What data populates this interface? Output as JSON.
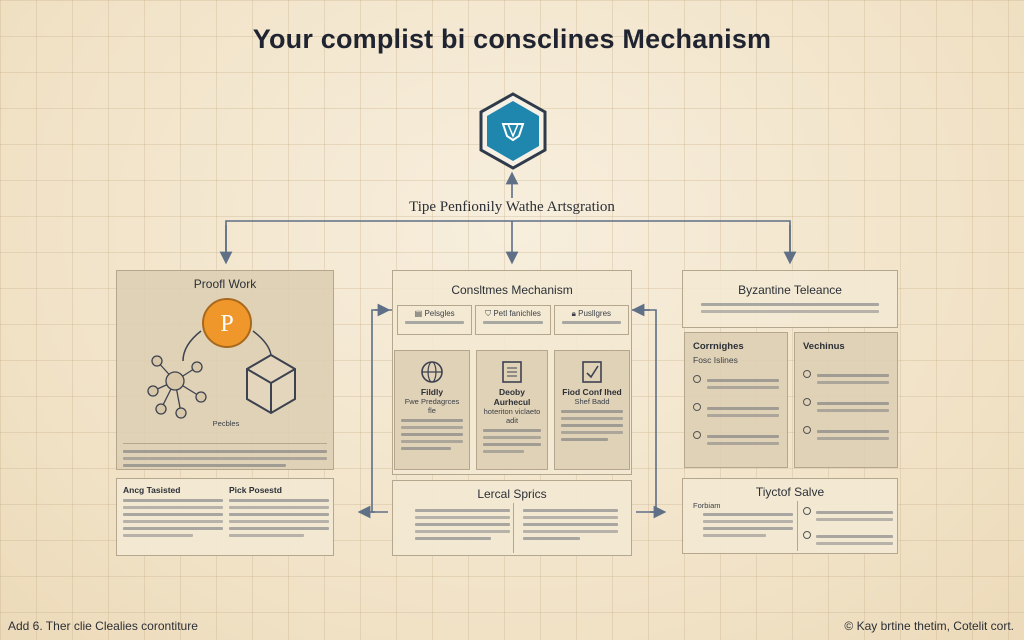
{
  "title": "Your complist bi consclines Mechanism",
  "center_label": "Tipe Penfionily Wathe Artsgration",
  "left_panel": {
    "title": "Proofl Work",
    "coin_letter": "P",
    "sub_label": "Pecbles"
  },
  "left_notes": {
    "col1_head": "Ancg Tasisted",
    "col2_head": "Pick Posestd"
  },
  "center_panel": {
    "title": "Consltmes Mechanism",
    "tabs": [
      {
        "label": "Pelsgles"
      },
      {
        "label": "Petl fanichles"
      },
      {
        "label": "Pusllgres"
      }
    ],
    "cards": [
      {
        "title": "Fildly",
        "sub": "Fwe Predagrces fle"
      },
      {
        "title": "Deoby Aurhecul",
        "sub": "hoteriton viclaeto adit"
      },
      {
        "title": "Fiod Conf Ihed",
        "sub": "Shef Badd"
      }
    ]
  },
  "lower_center": {
    "title": "Lercal Sprics"
  },
  "right_panel": {
    "title": "Byzantine Teleance"
  },
  "right_cols": {
    "col1": "Corrnighes",
    "col1_sub": "Fosc Islines",
    "col2": "Vechinus"
  },
  "right_lower": {
    "title": "Tiyctof Salve",
    "head": "Forbiam"
  },
  "footer": {
    "left": "Add 6. Ther clie Clealies corontiture",
    "right": "© Kay brtine thetim, Cotelit cort."
  },
  "colors": {
    "hex_fill": "#1f86ae",
    "hex_border": "#2f3b4a",
    "coin": "#f0972b",
    "connector": "#5e6f86"
  }
}
